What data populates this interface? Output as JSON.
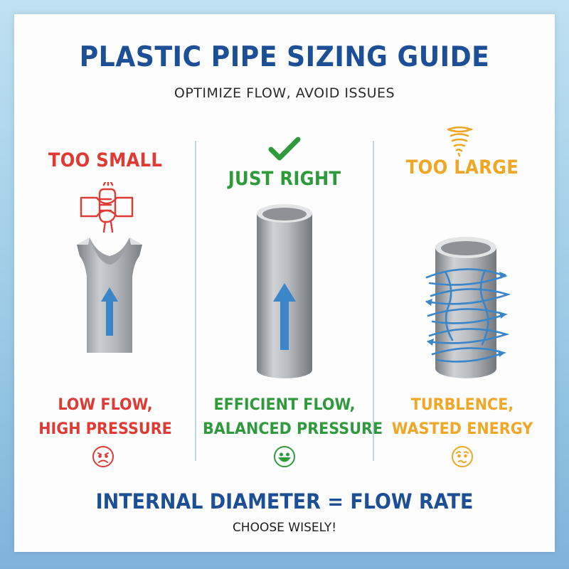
{
  "header": {
    "title": "PLASTIC PIPE SIZING GUIDE",
    "subtitle": "OPTIMIZE FLOW, AVOID ISSUES"
  },
  "columns": [
    {
      "label": "TOO SMALL",
      "desc_line1": "LOW FLOW,",
      "desc_line2": "HIGH PRESSURE",
      "color": "#e03a35",
      "icon": "squeezed-pipe-hand-icon",
      "face": "angry-face-icon"
    },
    {
      "label": "JUST RIGHT",
      "desc_line1": "EFFICIENT FLOW,",
      "desc_line2": "BALANCED PRESSURE",
      "color": "#2f9a3c",
      "icon": "checkmark-icon",
      "face": "smiling-face-icon"
    },
    {
      "label": "TOO LARGE",
      "desc_line1": "TURBLENCE,",
      "desc_line2": "WASTED ENERGY",
      "color": "#f0a726",
      "icon": "tornado-icon",
      "face": "worried-face-icon"
    }
  ],
  "footer": {
    "main": "INTERNAL DIAMETER = FLOW RATE",
    "sub": "CHOOSE WISELY!"
  },
  "colors": {
    "brand_blue": "#1c4f96",
    "arrow_blue": "#3a86c8",
    "pipe_gray": "#a9adb2"
  }
}
